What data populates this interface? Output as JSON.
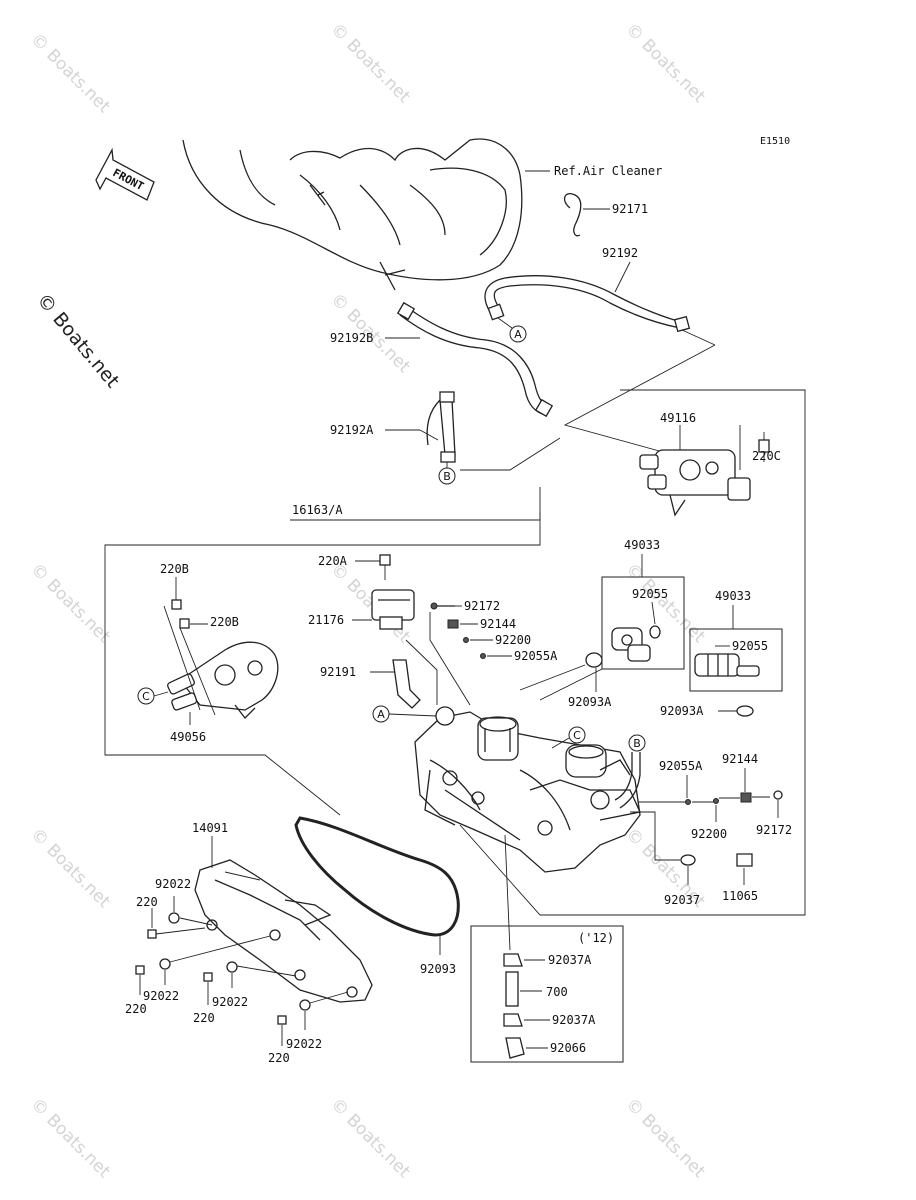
{
  "diagram": {
    "code": "E1510",
    "front_label": "FRONT",
    "ref_label": "Ref.Air Cleaner",
    "year_note": "('12)",
    "watermark": "© Boats.net",
    "side_watermark": "© Boats.net",
    "markers": [
      "A",
      "B",
      "C"
    ],
    "parts": {
      "p92171": "92171",
      "p92192": "92192",
      "p92192B": "92192B",
      "p92192A": "92192A",
      "p49116": "49116",
      "p220C": "220C",
      "p16163A": "16163/A",
      "p220A": "220A",
      "p220B_1": "220B",
      "p220B_2": "220B",
      "p21176": "21176",
      "p92172_a": "92172",
      "p92144_a": "92144",
      "p92200_a": "92200",
      "p92055A_a": "92055A",
      "p92191": "92191",
      "p49056": "49056",
      "p49033_1": "49033",
      "p92055_1": "92055",
      "p49033_2": "49033",
      "p92055_2": "92055",
      "p92093A_1": "92093A",
      "p92093A_2": "92093A",
      "p92055A_b": "92055A",
      "p92144_b": "92144",
      "p92200_b": "92200",
      "p92172_b": "92172",
      "p92037": "92037",
      "p11065": "11065",
      "p14091": "14091",
      "p92022_1": "92022",
      "p220_1": "220",
      "p92022_2": "92022",
      "p220_2": "220",
      "p92022_3": "92022",
      "p220_3": "220",
      "p92022_4": "92022",
      "p220_4": "220",
      "p92093": "92093",
      "p92037A_1": "92037A",
      "p700": "700",
      "p92037A_2": "92037A",
      "p92066": "92066"
    }
  }
}
